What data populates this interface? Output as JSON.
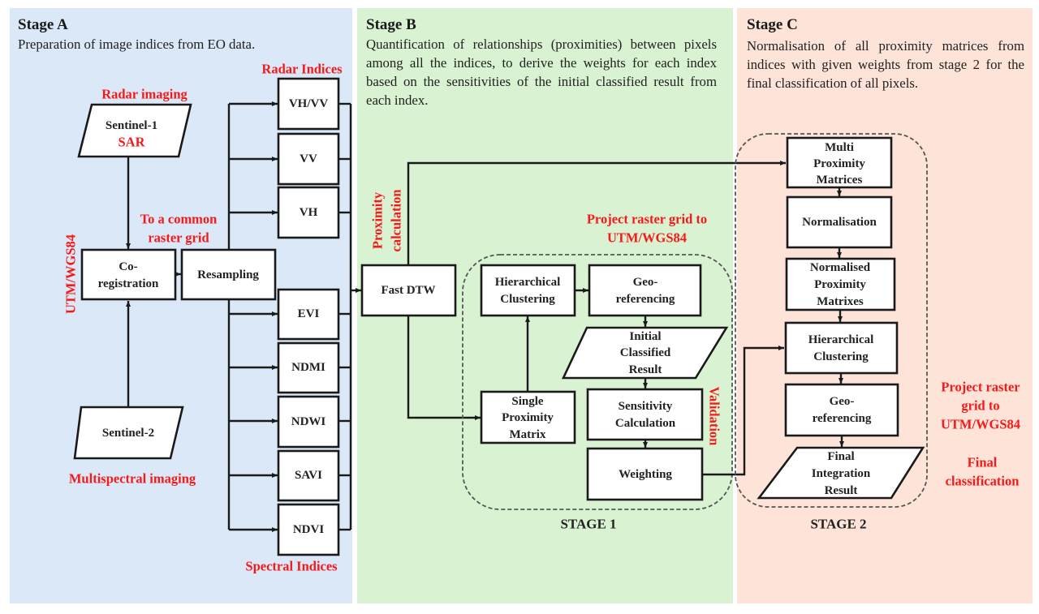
{
  "colors": {
    "stage_a_bg": "#dae8f7",
    "stage_b_bg": "#d9f2d2",
    "stage_c_bg": "#fde3d8",
    "annotation_red": "#f51a1a",
    "box_fill": "#ffffff",
    "line": "#1a1a1a"
  },
  "stages": [
    {
      "title": "Stage A",
      "description": "Preparation of image indices from EO data."
    },
    {
      "title": "Stage B",
      "description": "Quantification of relationships (proximities) between pixels among all the indices, to derive the weights for each index based on the sensitivities of the initial classified result from each index."
    },
    {
      "title": "Stage C",
      "description": "Normalisation of all proximity matrices from indices with given weights from stage 2 for the final classification of all pixels."
    }
  ],
  "stage_a": {
    "radar_imaging_label": "Radar imaging",
    "sentinel1": {
      "name": "Sentinel-1",
      "type": "SAR"
    },
    "sentinel2": {
      "name": "Sentinel-2"
    },
    "multispectral_label": "Multispectral imaging",
    "coregistration": [
      "Co-",
      "registration"
    ],
    "resampling": "Resampling",
    "common_grid_label": [
      "To a common",
      "raster grid"
    ],
    "projection_label": "UTM/WGS84",
    "radar_indices_label": "Radar Indices",
    "radar_indices": [
      "VH/VV",
      "VV",
      "VH"
    ],
    "spectral_indices_label": "Spectral Indices",
    "spectral_indices": [
      "EVI",
      "NDMI",
      "NDWI",
      "SAVI",
      "NDVI"
    ]
  },
  "stage_b": {
    "fast_dtw": "Fast DTW",
    "proximity_label": [
      "Proximity",
      "calculation"
    ],
    "project_label": [
      "Project raster grid to",
      "UTM/WGS84"
    ],
    "hierarchical_clustering": [
      "Hierarchical",
      "Clustering"
    ],
    "georeferencing": [
      "Geo-",
      "referencing"
    ],
    "initial_result": [
      "Initial",
      "Classified",
      "Result"
    ],
    "single_proximity": [
      "Single",
      "Proximity",
      "Matrix"
    ],
    "sensitivity": [
      "Sensitivity",
      "Calculation"
    ],
    "weighting": "Weighting",
    "validation_label": "Validation",
    "stage_label": "STAGE 1"
  },
  "stage_c": {
    "multi_proximity": [
      "Multi",
      "Proximity",
      "Matrices"
    ],
    "normalisation": "Normalisation",
    "normalised_matrixes": [
      "Normalised",
      "Proximity",
      "Matrixes"
    ],
    "hierarchical_clustering": [
      "Hierarchical",
      "Clustering"
    ],
    "georeferencing": [
      "Geo-",
      "referencing"
    ],
    "final_result": [
      "Final",
      "Integration",
      "Result"
    ],
    "stage_label": "STAGE 2",
    "project_label": [
      "Project raster",
      "grid to",
      "UTM/WGS84"
    ],
    "final_label": [
      "Final",
      "classification"
    ]
  }
}
